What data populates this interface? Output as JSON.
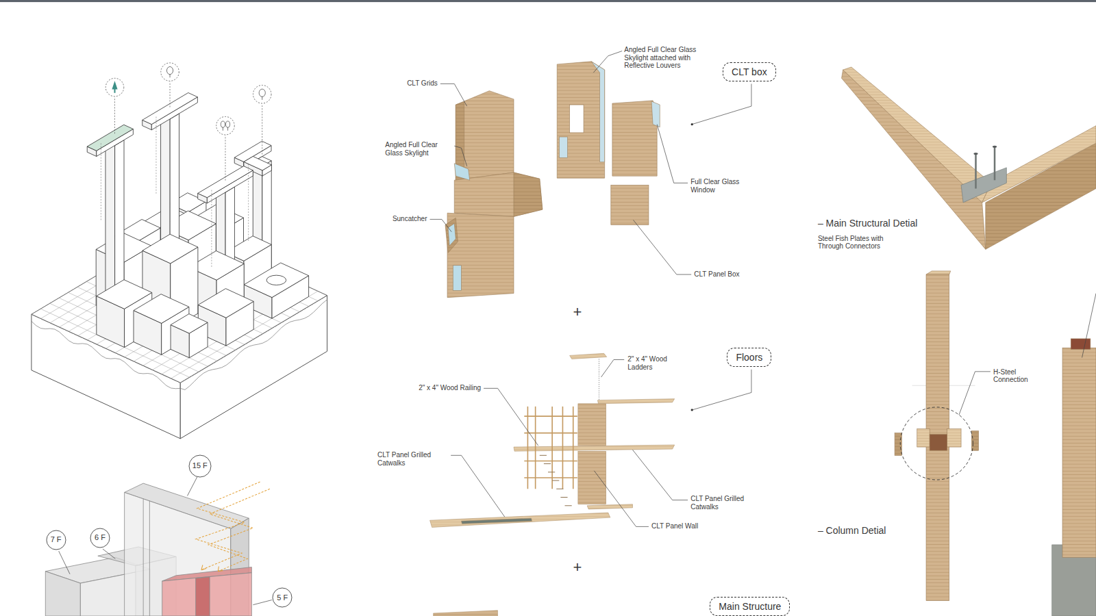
{
  "diagram": {
    "nodes": [
      {
        "text": [
          "CLT box"
        ]
      },
      {
        "text": [
          "Floors"
        ]
      },
      {
        "text": [
          "15 F"
        ]
      },
      {
        "text": [
          "7 F"
        ]
      },
      {
        "text": [
          "6 F"
        ]
      },
      {
        "text": [
          "5 F"
        ]
      },
      {
        "text": [
          "Main Structure"
        ]
      }
    ],
    "labels": [
      "Angled Full Clear Glass Skylight attached with Reflective Louvers",
      "CLT Grids",
      "Angled Full Clear Glass Skylight",
      "Suncatcher",
      "Full Clear Glass Window",
      "CLT Panel Box",
      "+",
      "2\" x 4\" Wood Ladders",
      "2\" x 4\" Wood Railing",
      "CLT Panel Grilled Catwalks",
      "CLT Panel Grilled Catwalks",
      "CLT Panel Wall",
      "+",
      "– Main Structural Detial",
      "Steel Fish Plates with Through Connectors",
      "H-Steel Connection",
      "– Column Detial"
    ]
  }
}
